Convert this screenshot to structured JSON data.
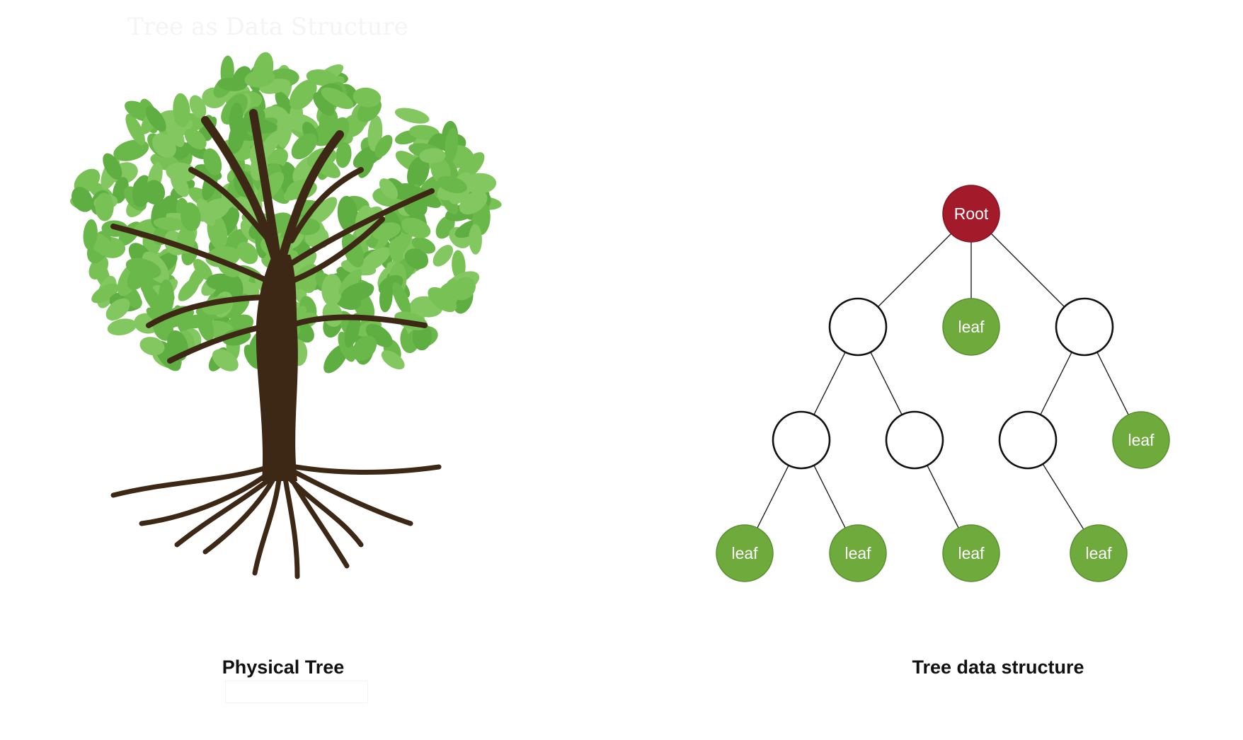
{
  "faint_heading": "Tree as Data Structure",
  "captions": {
    "physical_tree": "Physical Tree",
    "tree_data_structure": "Tree data structure"
  },
  "colors": {
    "root_fill": "#a31a2b",
    "leaf_fill": "#6eaa3c",
    "leaf_stroke": "#5a9130",
    "edge": "#222222",
    "trunk": "#3d2816",
    "foliage": "#6bb84a"
  },
  "diagram": {
    "nodes": [
      {
        "id": "root",
        "label": "Root",
        "kind": "root"
      },
      {
        "id": "n1",
        "label": "",
        "kind": "internal"
      },
      {
        "id": "n2",
        "label": "leaf",
        "kind": "leaf"
      },
      {
        "id": "n3",
        "label": "",
        "kind": "internal"
      },
      {
        "id": "n4",
        "label": "",
        "kind": "internal"
      },
      {
        "id": "n5",
        "label": "",
        "kind": "internal"
      },
      {
        "id": "n6",
        "label": "",
        "kind": "internal"
      },
      {
        "id": "n7",
        "label": "leaf",
        "kind": "leaf"
      },
      {
        "id": "n8",
        "label": "leaf",
        "kind": "leaf"
      },
      {
        "id": "n9",
        "label": "leaf",
        "kind": "leaf"
      },
      {
        "id": "n10",
        "label": "leaf",
        "kind": "leaf"
      },
      {
        "id": "n11",
        "label": "leaf",
        "kind": "leaf"
      }
    ],
    "edges": [
      [
        "root",
        "n1"
      ],
      [
        "root",
        "n2"
      ],
      [
        "root",
        "n3"
      ],
      [
        "n1",
        "n4"
      ],
      [
        "n1",
        "n5"
      ],
      [
        "n3",
        "n6"
      ],
      [
        "n3",
        "n7"
      ],
      [
        "n4",
        "n8"
      ],
      [
        "n4",
        "n9"
      ],
      [
        "n5",
        "n10"
      ],
      [
        "n6",
        "n11"
      ]
    ]
  }
}
